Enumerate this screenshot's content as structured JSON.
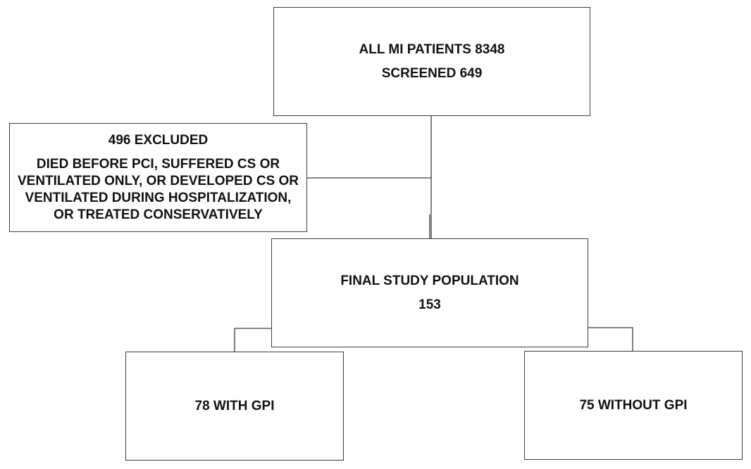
{
  "flowchart": {
    "top_box": {
      "line1": "ALL MI PATIENTS 8348",
      "line2": "SCREENED 649"
    },
    "excluded_box": {
      "heading": "496 EXCLUDED",
      "reason_lines": [
        "DIED BEFORE PCI, SUFFERED CS OR",
        "VENTILATED ONLY, OR DEVELOPED CS OR",
        "VENTILATED DURING HOSPITALIZATION,",
        "OR TREATED CONSERVATIVELY"
      ]
    },
    "final_box": {
      "line1": "FINAL STUDY POPULATION",
      "line2": "153"
    },
    "left_branch_box": {
      "label": "78 WITH GPI"
    },
    "right_branch_box": {
      "label": "75 WITHOUT GPI"
    }
  }
}
